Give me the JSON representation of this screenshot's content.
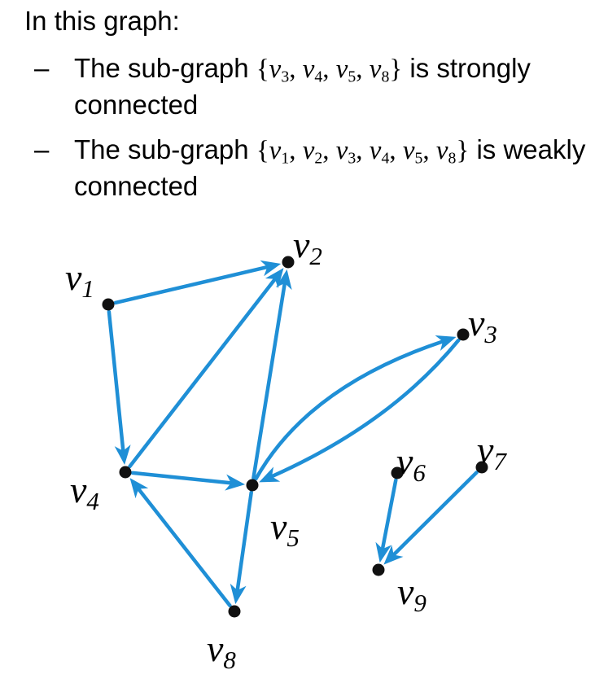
{
  "heading": "In this graph:",
  "bullets": [
    {
      "dash": "–",
      "before": "The sub-graph ",
      "open": "{",
      "set": [
        [
          "v",
          "3"
        ],
        [
          "v",
          "4"
        ],
        [
          "v",
          "5"
        ],
        [
          "v",
          "8"
        ]
      ],
      "close": "}",
      "after": " is strongly connected"
    },
    {
      "dash": "–",
      "before": "The sub-graph ",
      "open": "{",
      "set": [
        [
          "v",
          "1"
        ],
        [
          "v",
          "2"
        ],
        [
          "v",
          "3"
        ],
        [
          "v",
          "4"
        ],
        [
          "v",
          "5"
        ],
        [
          "v",
          "8"
        ]
      ],
      "close": "}",
      "after": " is weakly connected"
    }
  ],
  "graph": {
    "edge_color": "#1f8fd6",
    "vertex_color": "#111111",
    "vertices": [
      {
        "id": "v1",
        "letter": "v",
        "sub": "1"
      },
      {
        "id": "v2",
        "letter": "v",
        "sub": "2"
      },
      {
        "id": "v3",
        "letter": "v",
        "sub": "3"
      },
      {
        "id": "v4",
        "letter": "v",
        "sub": "4"
      },
      {
        "id": "v5",
        "letter": "v",
        "sub": "5"
      },
      {
        "id": "v6",
        "letter": "v",
        "sub": "6"
      },
      {
        "id": "v7",
        "letter": "v",
        "sub": "7"
      },
      {
        "id": "v8",
        "letter": "v",
        "sub": "8"
      },
      {
        "id": "v9",
        "letter": "v",
        "sub": "9"
      }
    ],
    "edges": [
      {
        "from": "v1",
        "to": "v2"
      },
      {
        "from": "v1",
        "to": "v4"
      },
      {
        "from": "v4",
        "to": "v2"
      },
      {
        "from": "v5",
        "to": "v2"
      },
      {
        "from": "v4",
        "to": "v5"
      },
      {
        "from": "v5",
        "to": "v3"
      },
      {
        "from": "v3",
        "to": "v5"
      },
      {
        "from": "v5",
        "to": "v8"
      },
      {
        "from": "v8",
        "to": "v4"
      },
      {
        "from": "v6",
        "to": "v9"
      },
      {
        "from": "v7",
        "to": "v9"
      }
    ]
  }
}
